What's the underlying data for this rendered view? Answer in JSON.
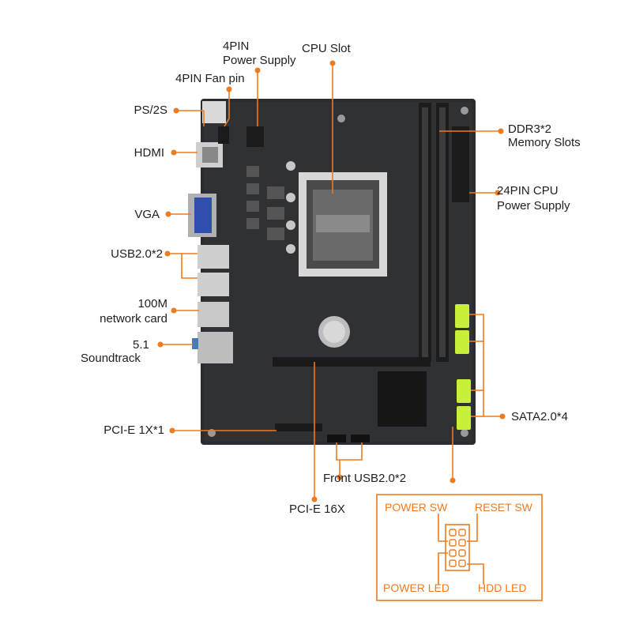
{
  "labels": {
    "ps2": "PS/2S",
    "hdmi": "HDMI",
    "vga": "VGA",
    "usb_rear": "USB2.0*2",
    "network_1": "100M",
    "network_2": "network card",
    "sound_1": "5.1",
    "sound_2": "Soundtrack",
    "pcie1x": "PCI-E 1X*1",
    "pcie16x": "PCI-E 16X",
    "front_usb": "Front USB2.0*2",
    "power_4pin_1": "4PIN",
    "power_4pin_2": "Power Supply",
    "fan_4pin": "4PIN Fan pin",
    "cpu_slot": "CPU Slot",
    "ddr3_1": "DDR3*2",
    "ddr3_2": "Memory Slots",
    "power_24pin_1": "24PIN CPU",
    "power_24pin_2": "Power Supply",
    "sata": "SATA2.0*4"
  },
  "panel": {
    "power_sw": "POWER SW",
    "reset_sw": "RESET SW",
    "power_led": "POWER LED",
    "hdd_led": "HDD  LED"
  },
  "colors": {
    "accent": "#f07a1e",
    "board": "#2b2c2f",
    "sata": "#c8f03a",
    "vga_port": "#2f4fae"
  }
}
